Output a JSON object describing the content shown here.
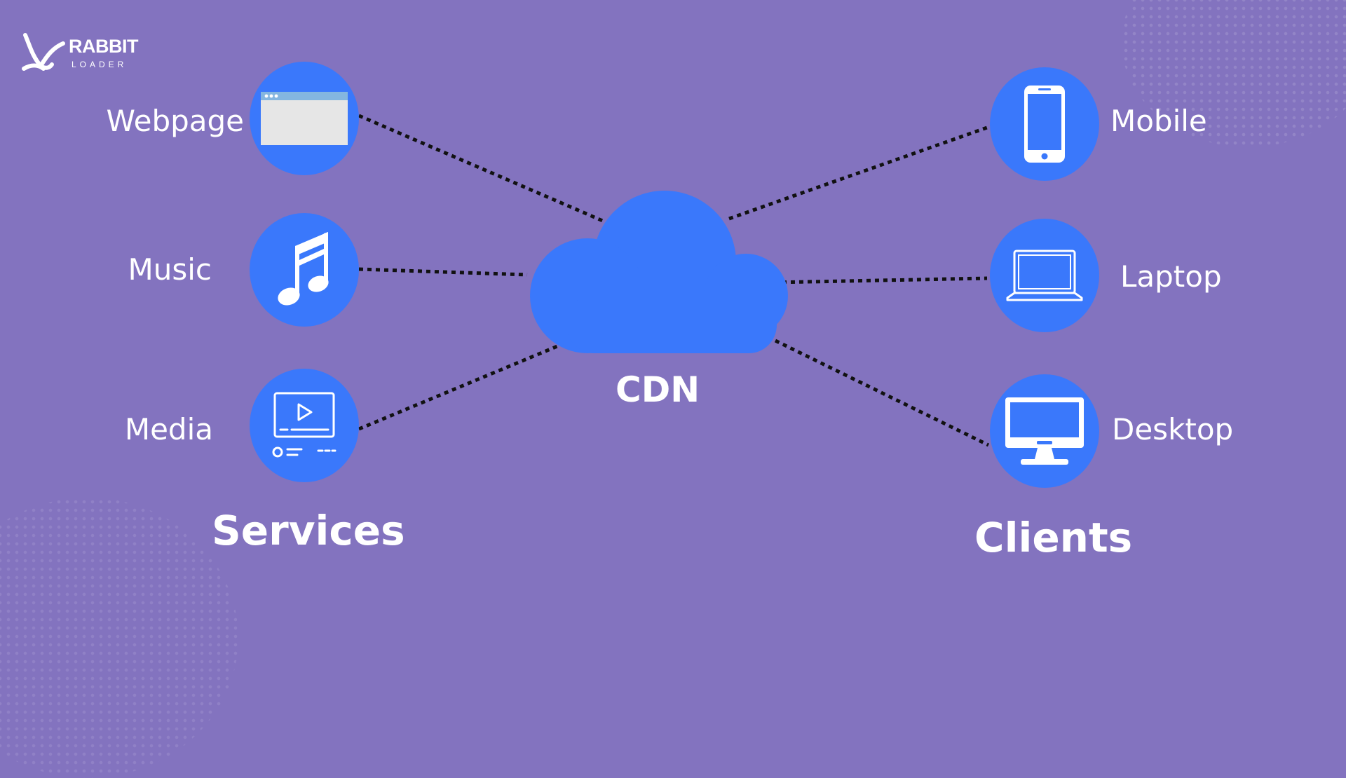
{
  "brand": {
    "word1": "RABBIT",
    "word2": "LOADER"
  },
  "colors": {
    "background": "#8373bf",
    "accent": "#3a78fb",
    "icon": "#ffffff",
    "link": "#111111"
  },
  "center": {
    "label": "CDN",
    "icon": "cloud-icon"
  },
  "services": {
    "heading": "Services",
    "items": [
      {
        "label": "Webpage",
        "icon": "browser-window-icon"
      },
      {
        "label": "Music",
        "icon": "music-note-icon"
      },
      {
        "label": "Media",
        "icon": "video-player-icon"
      }
    ]
  },
  "clients": {
    "heading": "Clients",
    "items": [
      {
        "label": "Mobile",
        "icon": "mobile-phone-icon"
      },
      {
        "label": "Laptop",
        "icon": "laptop-icon"
      },
      {
        "label": "Desktop",
        "icon": "desktop-monitor-icon"
      }
    ]
  }
}
